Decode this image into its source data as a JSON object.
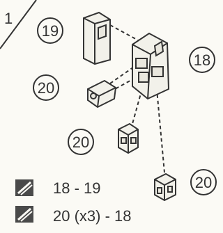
{
  "step": {
    "number": "1"
  },
  "callouts": {
    "part_19": "19",
    "part_18": "18",
    "part_20_left": "20",
    "part_20_mid": "20",
    "part_20_right": "20"
  },
  "legend": {
    "items": [
      {
        "text": "18 - 19",
        "icon": "connect-icon"
      },
      {
        "text": "20 (x3) - 18",
        "icon": "connect-icon"
      }
    ]
  },
  "colors": {
    "ink": "#333333",
    "paper": "#fbfaf5"
  }
}
